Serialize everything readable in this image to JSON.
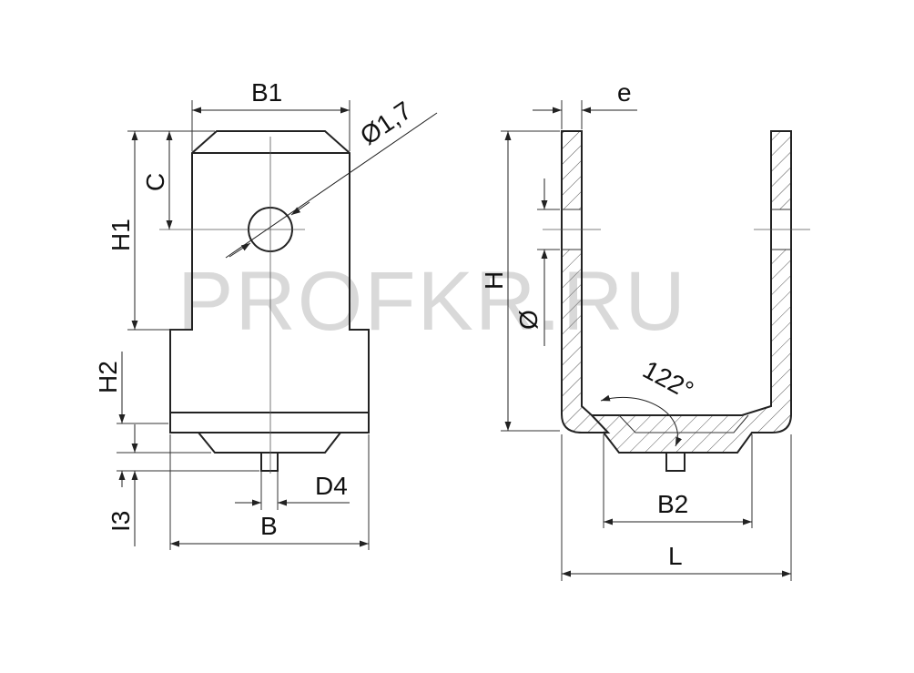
{
  "watermark": "PROFKR.RU",
  "labels": {
    "b1": "B1",
    "hole": "Ø1,7",
    "c": "C",
    "h1": "H1",
    "h2": "H2",
    "i3": "I3",
    "d4": "D4",
    "b": "B",
    "e": "e",
    "h": "H",
    "diam": "Ø",
    "angle": "122°",
    "b2": "B2",
    "l": "L"
  }
}
